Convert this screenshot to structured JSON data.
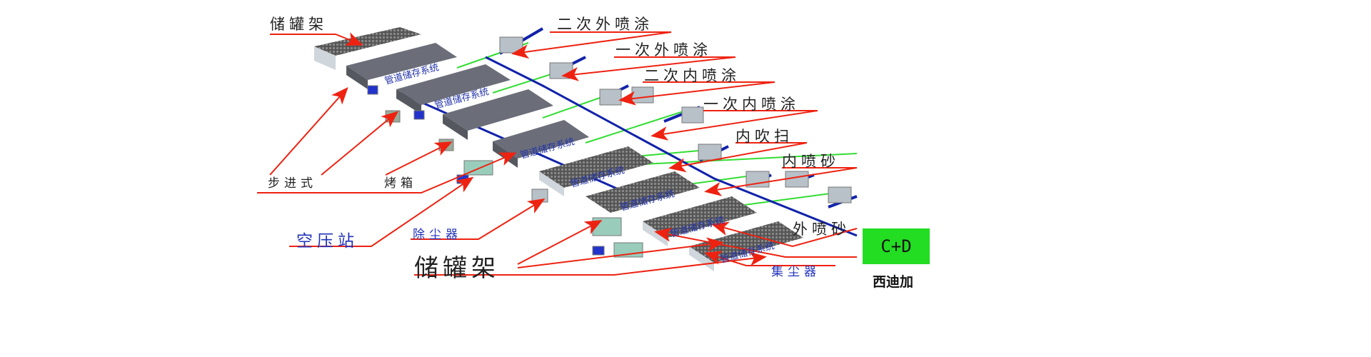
{
  "diagram": {
    "banner_text": "管道储存系统",
    "labels": {
      "rack_top": "储罐架",
      "outer_spray_2": "二次外喷涂",
      "outer_spray_1": "一次外喷涂",
      "inner_spray_2": "二次内喷涂",
      "inner_spray_1": "一次内喷涂",
      "inner_blow": "内吹扫",
      "inner_blast": "内喷砂",
      "outer_blast": "外喷砂",
      "walking_beam": "步进式",
      "oven": "烤箱",
      "air_compressor": "空压站",
      "dust_remover": "除尘器",
      "rack_bottom": "储罐架",
      "dust_collector": "集尘器"
    },
    "brand": {
      "logo_text": "C+D",
      "name": "西迪加",
      "logo_color": "#22dd22"
    },
    "colors": {
      "arrow": "#ee2211",
      "blue_label": "#2233bb"
    }
  }
}
